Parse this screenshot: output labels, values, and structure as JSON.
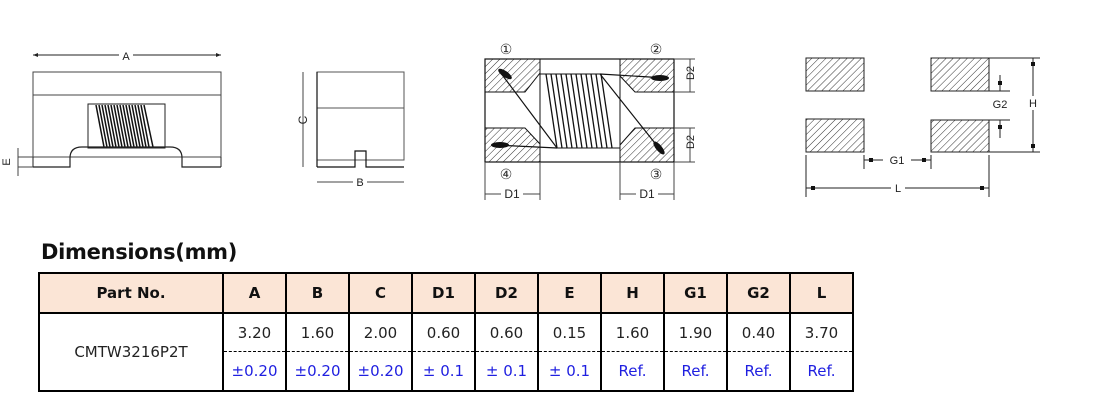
{
  "drawings": {
    "side_view": {
      "labels": {
        "length": "A",
        "height_offset": "E"
      }
    },
    "end_view": {
      "labels": {
        "height": "C",
        "width": "B"
      }
    },
    "top_view": {
      "pins": [
        "①",
        "②",
        "③",
        "④"
      ],
      "labels": {
        "d1": "D1",
        "d2": "D2"
      }
    },
    "land_pattern": {
      "labels": {
        "g1": "G1",
        "g2": "G2",
        "h": "H",
        "l": "L"
      }
    }
  },
  "section_title": "Dimensions(mm)",
  "table": {
    "headers": [
      "Part No.",
      "A",
      "B",
      "C",
      "D1",
      "D2",
      "E",
      "H",
      "G1",
      "G2",
      "L"
    ],
    "rows": [
      {
        "part_no": "CMTW3216P2T",
        "values": [
          "3.20",
          "1.60",
          "2.00",
          "0.60",
          "0.60",
          "0.15",
          "1.60",
          "1.90",
          "0.40",
          "3.70"
        ],
        "tolerances": [
          "±0.20",
          "±0.20",
          "±0.20",
          "± 0.1",
          "± 0.1",
          "± 0.1",
          "Ref.",
          "Ref.",
          "Ref.",
          "Ref."
        ]
      }
    ]
  },
  "colors": {
    "header_bg": "#fbe5d6",
    "tolerance_text": "#1f1fe0"
  }
}
